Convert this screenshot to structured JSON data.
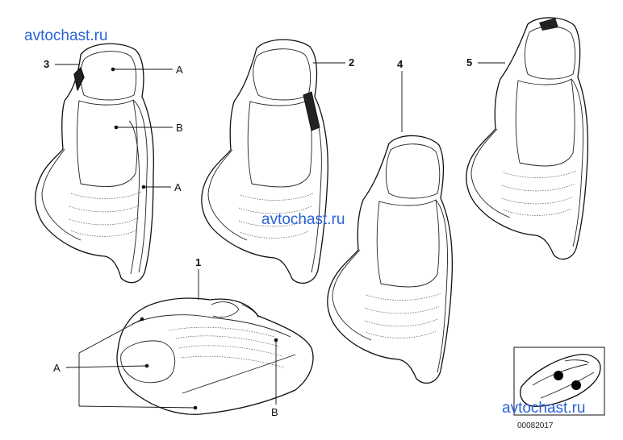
{
  "watermarks": [
    "avtochast.ru",
    "avtochast.ru",
    "avtochast.ru"
  ],
  "part_numbers": {
    "p1": "1",
    "p2": "2",
    "p3": "3",
    "p4": "4",
    "p5": "5"
  },
  "area_labels": {
    "a1": "A",
    "b1": "B",
    "a2": "A",
    "a3": "A",
    "b2": "B"
  },
  "diagram_code": "00082017",
  "colors": {
    "line": "#111111",
    "watermark": "#2a63d6",
    "background": "#ffffff"
  },
  "icons": [
    "car-location-icon"
  ]
}
